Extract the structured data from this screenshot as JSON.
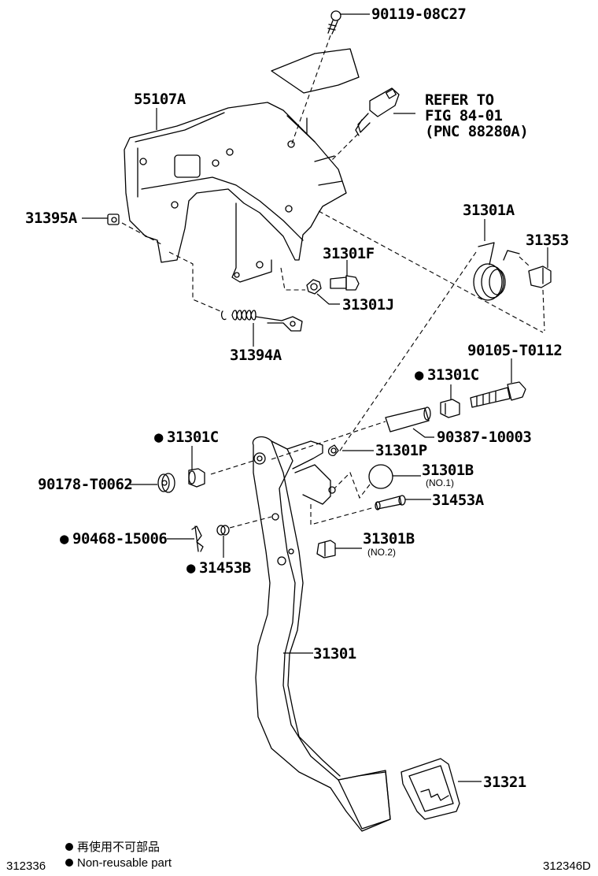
{
  "diagram": {
    "labels": {
      "p90119": "90119-08C27",
      "refer1": "REFER TO",
      "refer2": "FIG 84-01",
      "refer3": "(PNC 88280A)",
      "p55107A": "55107A",
      "p31395A": "31395A",
      "p31301A": "31301A",
      "p31353": "31353",
      "p31301F": "31301F",
      "p31301J": "31301J",
      "p31394A": "31394A",
      "p90105": "90105-T0112",
      "p31301C_r": "31301C",
      "p90387": "90387-10003",
      "p31301C_l": "31301C",
      "p31301P": "31301P",
      "p90178": "90178-T0062",
      "p31301B_1": "31301B",
      "p31301B_1_sub": "(NO.1)",
      "p31453A": "31453A",
      "p90468": "90468-15006",
      "p31301B_2": "31301B",
      "p31301B_2_sub": "(NO.2)",
      "p31453B": "31453B",
      "p31301": "31301",
      "p31321": "31321"
    },
    "non_reusable_marker": "●",
    "legend": {
      "jp": "再使用不可部品",
      "en": "Non-reusable part"
    },
    "footer": {
      "left_code": "312336",
      "right_code": "312346D"
    }
  }
}
